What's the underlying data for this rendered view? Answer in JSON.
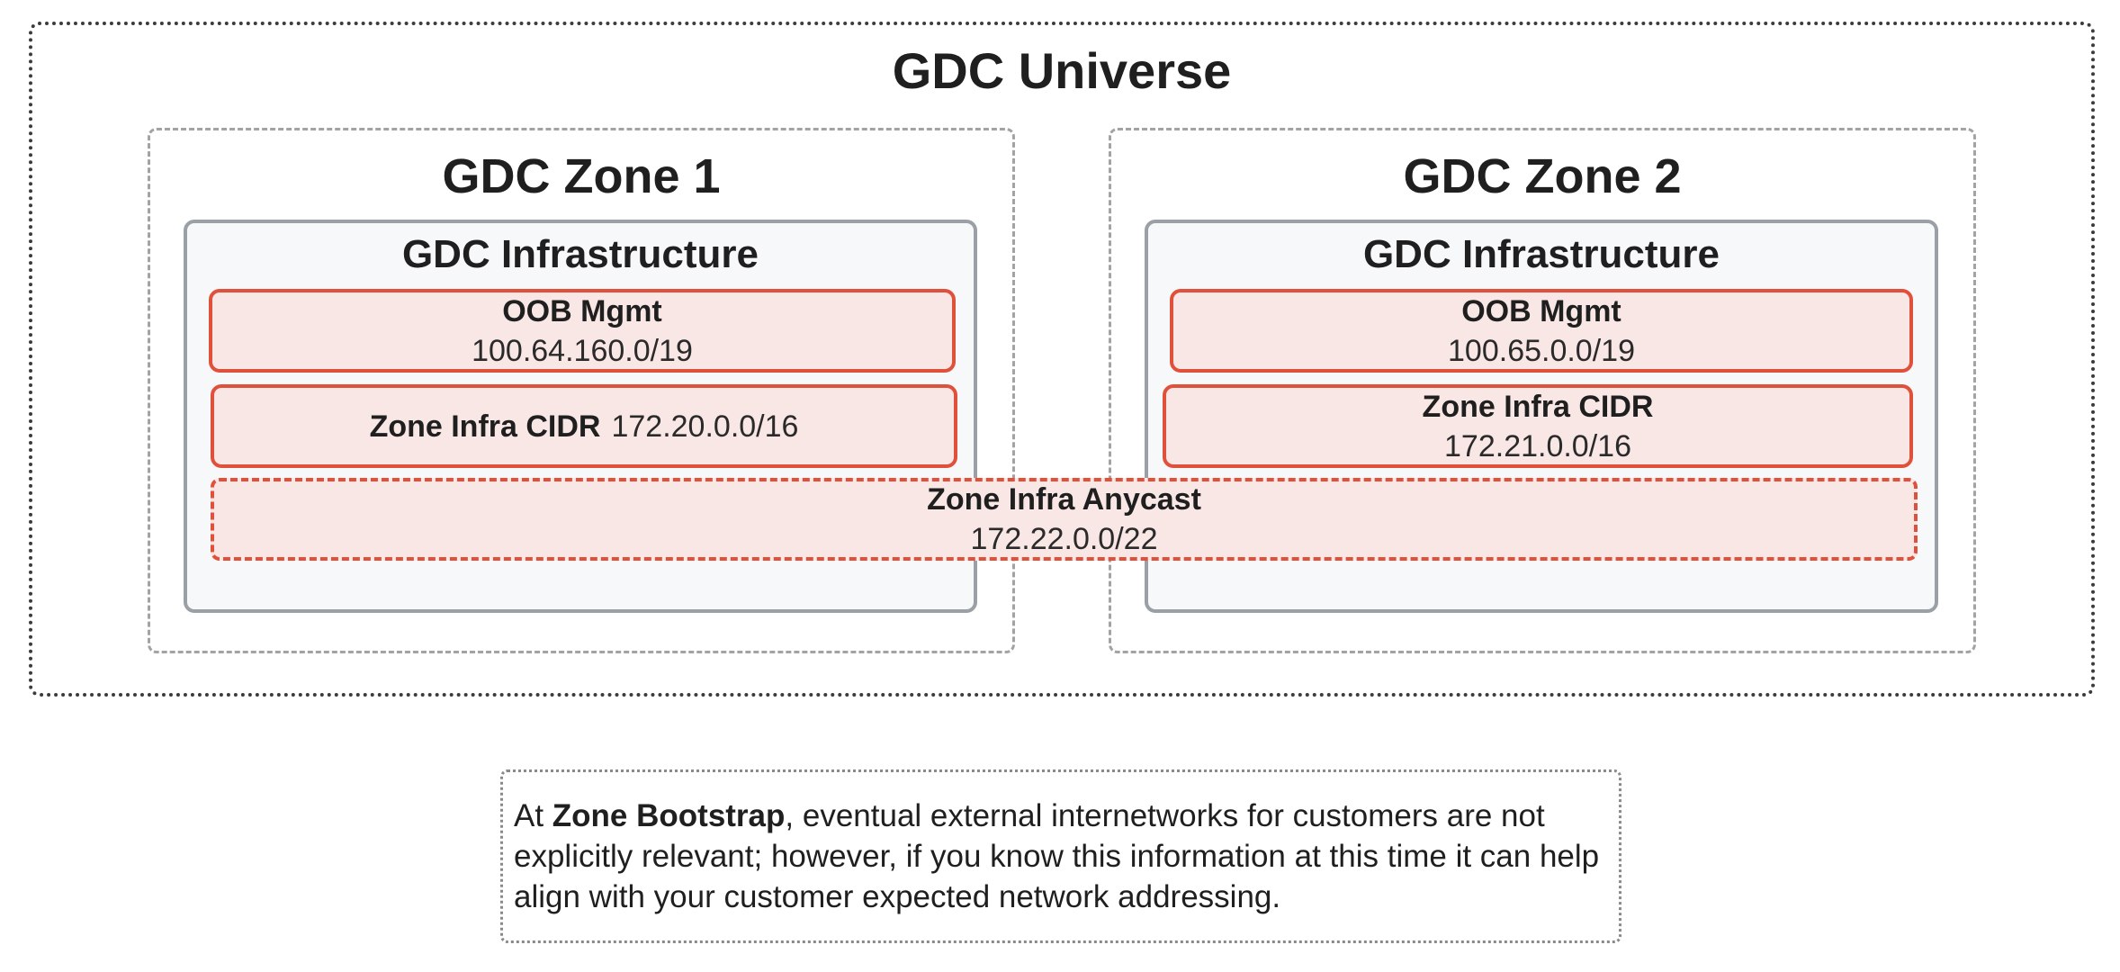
{
  "universe": {
    "title": "GDC Universe"
  },
  "zones": [
    {
      "title": "GDC Zone 1",
      "infrastructure_title": "GDC Infrastructure",
      "oob": {
        "label": "OOB Mgmt",
        "cidr": "100.64.160.0/19"
      },
      "infra_cidr": {
        "label": "Zone Infra CIDR",
        "cidr": "172.20.0.0/16"
      }
    },
    {
      "title": "GDC Zone 2",
      "infrastructure_title": "GDC Infrastructure",
      "oob": {
        "label": "OOB Mgmt",
        "cidr": "100.65.0.0/19"
      },
      "infra_cidr": {
        "label": "Zone Infra CIDR",
        "cidr": "172.21.0.0/16"
      }
    }
  ],
  "anycast": {
    "label": "Zone Infra Anycast",
    "cidr": "172.22.0.0/22"
  },
  "note": {
    "prefix": "At ",
    "bold": "Zone Bootstrap",
    "rest": ", eventual external internetworks for customers are not explicitly relevant; however, if you know this information at this time it can help align with your customer expected network addressing."
  },
  "colors": {
    "network_border": "#e0513c",
    "network_fill": "#f8e7e5",
    "infra_border": "#9aa0a6",
    "infra_fill": "#f7f8fa"
  }
}
